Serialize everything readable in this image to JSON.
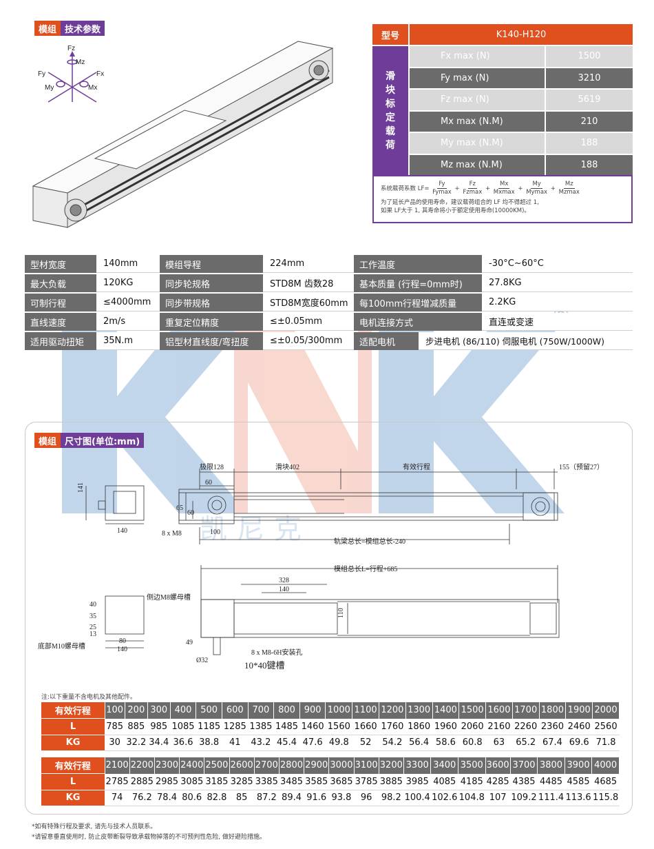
{
  "tag_tech": {
    "a": "模组",
    "b": "技术参数"
  },
  "tag_dim": {
    "a": "模组",
    "b": "尺寸图(单位:mm)"
  },
  "axes": {
    "fz": "Fz",
    "mz": "Mz",
    "fy": "Fy",
    "fx": "Fx",
    "my": "My",
    "mx": "Mx"
  },
  "load_table": {
    "model_label": "型号",
    "model_value": "K140-H120",
    "side_label": [
      "滑",
      "块",
      "标",
      "定",
      "载",
      "荷"
    ],
    "rows": [
      {
        "k": "Fx max (N)",
        "v": "1500"
      },
      {
        "k": "Fy max (N)",
        "v": "3210"
      },
      {
        "k": "Fz max (N)",
        "v": "5619"
      },
      {
        "k": "Mx max (N.M)",
        "v": "210"
      },
      {
        "k": "My max (N.M)",
        "v": "188"
      },
      {
        "k": "Mz max (N.M)",
        "v": "188"
      }
    ]
  },
  "formula": {
    "prefix": "系统载荷系数 LF=",
    "fracs": [
      {
        "n": "Fy",
        "d": "Fymax"
      },
      {
        "n": "Fz",
        "d": "Fzmax"
      },
      {
        "n": "Mx",
        "d": "Mxmax"
      },
      {
        "n": "My",
        "d": "Mymax"
      },
      {
        "n": "Mz",
        "d": "Mzmax"
      }
    ],
    "plus": "+",
    "line1": "为了延长产品的使用寿命，建议载荷组合的 LF 均不得超过 1,",
    "line2": "如果 LF大于 1, 其寿命将小于额定使用寿命(10000KM)。"
  },
  "spec": [
    {
      "k1": "型材宽度",
      "v1": "140mm",
      "k2": "模组导程",
      "v2": "224mm",
      "k3": "工作温度",
      "v3": "-30°C~60°C"
    },
    {
      "k1": "最大负载",
      "v1": "120KG",
      "k2": "同步轮规格",
      "v2": "STD8M 齿数28",
      "k3": "基本质量 (行程=0mm时)",
      "v3": "27.8KG"
    },
    {
      "k1": "可制行程",
      "v1": "≤4000mm",
      "k2": "同步带规格",
      "v2": "STD8M宽度60mm",
      "k3": "每100mm行程增减质量",
      "v3": "2.2KG"
    },
    {
      "k1": "直线速度",
      "v1": "2m/s",
      "k2": "重复定位精度",
      "v2": "≤±0.05mm",
      "k3": "电机连接方式",
      "v3": "直连或变速"
    },
    {
      "k1": "适用驱动扭矩",
      "v1": "35N.m",
      "k2": "铝型材直线度/弯扭度",
      "v2": "≤±0.05/300mm",
      "k3": "适配电机",
      "v3": "步进电机 (86/110) 伺服电机 (750W/1000W)"
    }
  ],
  "dims": {
    "d141": "141",
    "d140a": "140",
    "jixian": "极限128",
    "d60": "60",
    "huakuai": "滑块402",
    "youxiao": "有效行程",
    "d155": "155（预留27）",
    "d65": "65",
    "d60v": "60",
    "m8": "8 x M8",
    "d100": "100",
    "guidao": "轨梁总长=模组总长-240",
    "mozu": "模组总长L=行程+685",
    "d328": "328",
    "d140b": "140",
    "d110": "110",
    "side_nut": "侧边M8螺母槽",
    "bottom_nut": "底部M10螺母槽",
    "d40": "40",
    "d35": "35",
    "d25": "25",
    "d13": "13",
    "d80": "80",
    "d140c": "140",
    "d49": "49",
    "phi32": "Ø32",
    "m8h": "8 x M8-6H安装孔",
    "keyway": "10*40键槽"
  },
  "table_note": "注:以下重量不含电机及其他配件。",
  "labels": {
    "stroke": "有效行程",
    "l": "L",
    "kg": "KG"
  },
  "stroke1": [
    "100",
    "200",
    "300",
    "400",
    "500",
    "600",
    "700",
    "800",
    "900",
    "1000",
    "1100",
    "1200",
    "1300",
    "1400",
    "1500",
    "1600",
    "1700",
    "1800",
    "1900",
    "2000"
  ],
  "l1": [
    "785",
    "885",
    "985",
    "1085",
    "1185",
    "1285",
    "1385",
    "1485",
    "1460",
    "1560",
    "1660",
    "1760",
    "1860",
    "1960",
    "2060",
    "2160",
    "2260",
    "2360",
    "2460",
    "2560"
  ],
  "kg1": [
    "30",
    "32.2",
    "34.4",
    "36.6",
    "38.8",
    "41",
    "43.2",
    "45.4",
    "47.6",
    "49.8",
    "52",
    "54.2",
    "56.4",
    "58.6",
    "60.8",
    "63",
    "65.2",
    "67.4",
    "69.6",
    "71.8"
  ],
  "stroke2": [
    "2100",
    "2200",
    "2300",
    "2400",
    "2500",
    "2600",
    "2700",
    "2800",
    "2900",
    "3000",
    "3100",
    "3200",
    "3300",
    "3400",
    "3500",
    "3600",
    "3700",
    "3800",
    "3900",
    "4000"
  ],
  "l2": [
    "2785",
    "2885",
    "2985",
    "3085",
    "3185",
    "3285",
    "3385",
    "3485",
    "3585",
    "3685",
    "3785",
    "3885",
    "3985",
    "4085",
    "4185",
    "4285",
    "4385",
    "4485",
    "4585",
    "4685"
  ],
  "kg2": [
    "74",
    "76.2",
    "78.4",
    "80.6",
    "82.8",
    "85",
    "87.2",
    "89.4",
    "91.6",
    "93.8",
    "96",
    "98.2",
    "100.4",
    "102.6",
    "104.8",
    "107",
    "109.2",
    "111.4",
    "113.6",
    "115.8"
  ],
  "footnote1": "*如有特殊行程及要求, 请先与技术人员联系。",
  "footnote2": "*请留意垂直使用时, 防止皮带断裂导致承载物掉落的不可预判性危险, 做好避险措施。",
  "watermark": {
    "cn": "凯尼克",
    "reg": "®"
  },
  "colors": {
    "orange": "#e0501e",
    "purple": "#6e3d97",
    "gray": "#6b6b6b",
    "light": "#d9d9d9",
    "wm_blue": "#8fb4da",
    "wm_pink": "#f2b8a8"
  }
}
